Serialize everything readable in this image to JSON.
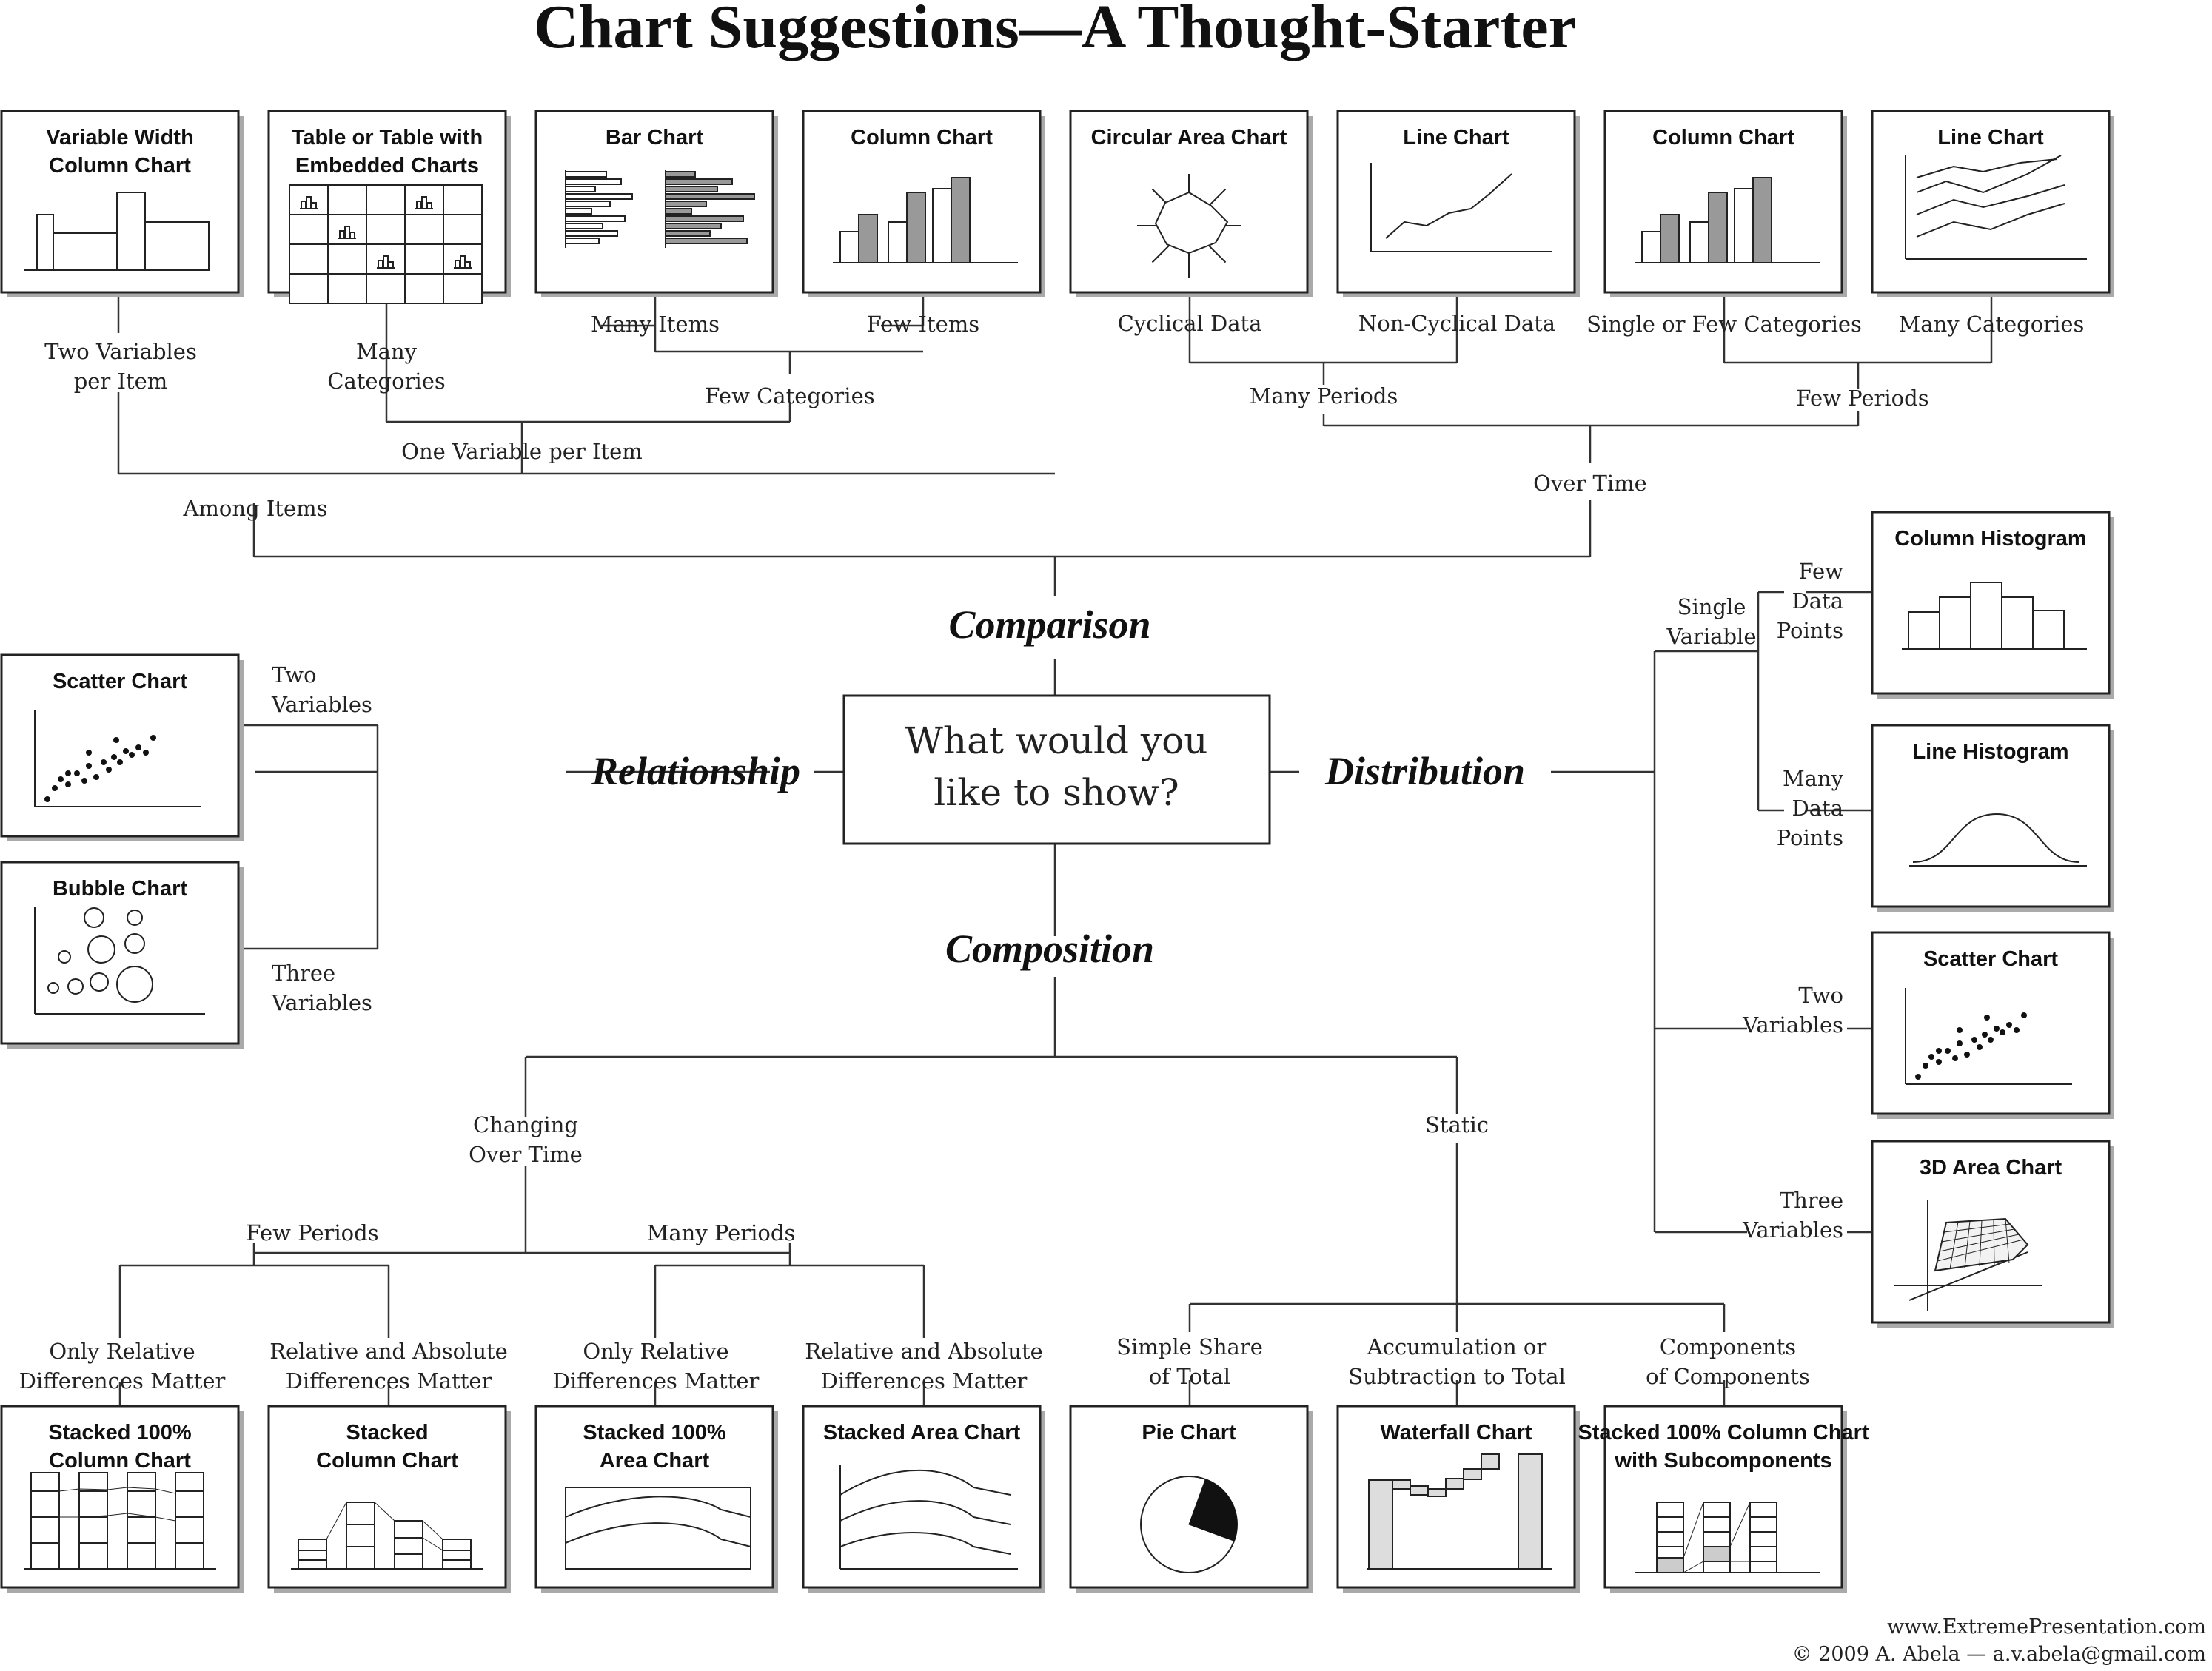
{
  "title": "Chart Suggestions—A Thought-Starter",
  "question": [
    "What would you",
    "like to show?"
  ],
  "categories": {
    "comparison": "Comparison",
    "relationship": "Relationship",
    "distribution": "Distribution",
    "composition": "Composition"
  },
  "charts": {
    "variable_width_column": [
      "Variable Width",
      "Column Chart"
    ],
    "table_embedded": [
      "Table or Table with",
      "Embedded Charts"
    ],
    "bar": [
      "Bar Chart"
    ],
    "column_few_items": [
      "Column Chart"
    ],
    "circular_area": [
      "Circular Area Chart"
    ],
    "line_noncyclical": [
      "Line Chart"
    ],
    "column_time": [
      "Column Chart"
    ],
    "line_time": [
      "Line Chart"
    ],
    "scatter_rel": [
      "Scatter Chart"
    ],
    "bubble": [
      "Bubble Chart"
    ],
    "column_histogram": [
      "Column Histogram"
    ],
    "line_histogram": [
      "Line Histogram"
    ],
    "scatter_dist": [
      "Scatter Chart"
    ],
    "area_3d": [
      "3D Area Chart"
    ],
    "stacked100_column": [
      "Stacked 100%",
      "Column Chart"
    ],
    "stacked_column": [
      "Stacked",
      "Column Chart"
    ],
    "stacked100_area": [
      "Stacked 100%",
      "Area Chart"
    ],
    "stacked_area": [
      "Stacked Area Chart"
    ],
    "pie": [
      "Pie Chart"
    ],
    "waterfall": [
      "Waterfall Chart"
    ],
    "stacked100_sub": [
      "Stacked 100% Column Chart",
      "with Subcomponents"
    ]
  },
  "labels": {
    "two_vars_per_item": [
      "Two Variables",
      "per Item"
    ],
    "many_categories_table": [
      "Many",
      "Categories"
    ],
    "many_items": [
      "Many Items"
    ],
    "few_items": [
      "Few Items"
    ],
    "few_categories": [
      "Few Categories"
    ],
    "one_var_per_item": [
      "One Variable per Item"
    ],
    "among_items": [
      "Among Items"
    ],
    "cyclical": [
      "Cyclical Data"
    ],
    "non_cyclical": [
      "Non-Cyclical Data"
    ],
    "single_few_cat": [
      "Single or Few Categories"
    ],
    "many_cat_time": [
      "Many Categories"
    ],
    "many_periods_top": [
      "Many Periods"
    ],
    "few_periods_top": [
      "Few Periods"
    ],
    "over_time": [
      "Over Time"
    ],
    "rel_two": [
      "Two",
      "Variables"
    ],
    "rel_three": [
      "Three",
      "Variables"
    ],
    "single_variable": [
      "Single",
      "Variable"
    ],
    "few_points": [
      "Few",
      "Data",
      "Points"
    ],
    "many_points": [
      "Many",
      "Data",
      "Points"
    ],
    "dist_two": [
      "Two",
      "Variables"
    ],
    "dist_three": [
      "Three",
      "Variables"
    ],
    "changing": [
      "Changing",
      "Over Time"
    ],
    "static": [
      "Static"
    ],
    "few_periods_bottom": [
      "Few Periods"
    ],
    "many_periods_bottom": [
      "Many Periods"
    ],
    "only_rel_1": [
      "Only Relative",
      "Differences Matter"
    ],
    "rel_abs_1": [
      "Relative and Absolute",
      "Differences Matter"
    ],
    "only_rel_2": [
      "Only Relative",
      "Differences Matter"
    ],
    "rel_abs_2": [
      "Relative and Absolute",
      "Differences Matter"
    ],
    "simple_share": [
      "Simple Share",
      "of Total"
    ],
    "accumulation": [
      "Accumulation or",
      "Subtraction to Total"
    ],
    "components": [
      "Components",
      "of Components"
    ]
  },
  "footer": {
    "url": "www.ExtremePresentation.com",
    "copyright": "© 2009  A. Abela — a.v.abela@gmail.com"
  }
}
